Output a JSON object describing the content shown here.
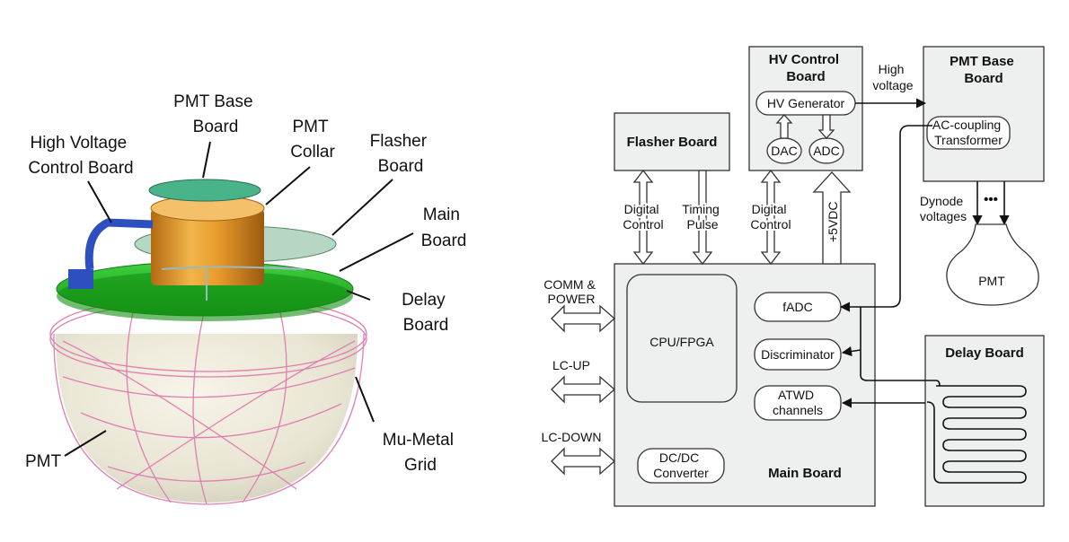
{
  "left_labels": {
    "pmt_base_board": [
      "PMT Base",
      "Board"
    ],
    "pmt_collar": [
      "PMT",
      "Collar"
    ],
    "hv_control_board": [
      "High Voltage",
      "Control Board"
    ],
    "flasher_board": [
      "Flasher",
      "Board"
    ],
    "main_board": [
      "Main",
      "Board"
    ],
    "delay_board": [
      "Delay",
      "Board"
    ],
    "pmt": "PMT",
    "mu_metal_grid": [
      "Mu-Metal",
      "Grid"
    ]
  },
  "right": {
    "hv_control_board": [
      "HV Control",
      "Board"
    ],
    "hv_generator": "HV Generator",
    "dac": "DAC",
    "adc": "ADC",
    "flasher_board": "Flasher Board",
    "pmt_base_board": [
      "PMT Base",
      "Board"
    ],
    "ac_coupling": [
      "AC-coupling",
      "Transformer"
    ],
    "high_voltage": [
      "High",
      "voltage"
    ],
    "dynode_voltages": [
      "Dynode",
      "voltages"
    ],
    "dots": "•••",
    "pmt": "PMT",
    "digital_control_1": [
      "Digital",
      "Control"
    ],
    "timing_pulse": [
      "Timing",
      "Pulse"
    ],
    "digital_control_2": [
      "Digital",
      "Control"
    ],
    "plus5vdc": "+5VDC",
    "comm_power": [
      "COMM &",
      "POWER"
    ],
    "lc_up": "LC-UP",
    "lc_down": "LC-DOWN",
    "cpu_fpga": "CPU/FPGA",
    "fadc": "fADC",
    "discriminator": "Discriminator",
    "atwd": [
      "ATWD",
      "channels"
    ],
    "dcdc": [
      "DC/DC",
      "Converter"
    ],
    "main_board": "Main Board",
    "delay_board": "Delay Board"
  }
}
